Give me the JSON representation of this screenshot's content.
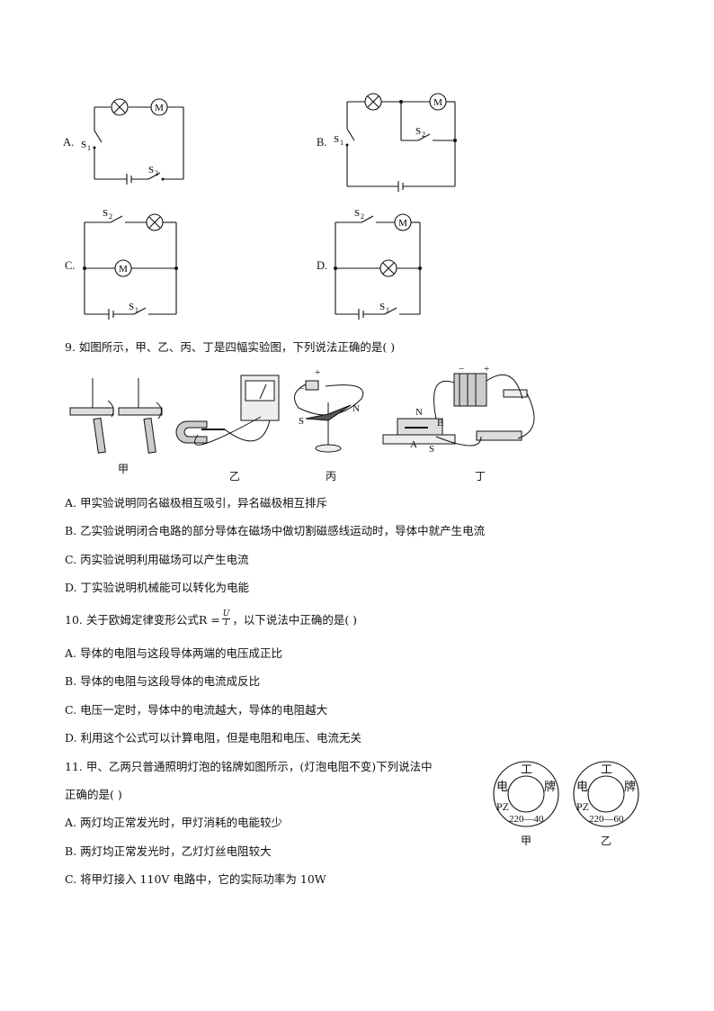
{
  "q8": {
    "options": [
      {
        "letter": "A.",
        "s1": "S₁",
        "s2": "S₂",
        "lamp": "⊗",
        "motor": "M"
      },
      {
        "letter": "B.",
        "s1": "S₁",
        "s2": "S₂",
        "lamp": "⊗",
        "motor": "M"
      },
      {
        "letter": "C.",
        "s1": "S₁",
        "s2": "S₂",
        "lamp": "⊗",
        "motor": "M"
      },
      {
        "letter": "D.",
        "s1": "S₁",
        "s2": "S₂",
        "lamp": "⊗",
        "motor": "M"
      }
    ]
  },
  "q9": {
    "stem": "9. 如图所示，甲、乙、丙、丁是四幅实验图，下列说法正确的是(    )",
    "figure_labels": [
      "甲",
      "乙",
      "丙",
      "丁"
    ],
    "figure_letters": {
      "s": "S",
      "n": "N",
      "a": "A",
      "b": "B",
      "plus": "+",
      "minus": "−"
    },
    "options": [
      "A. 甲实验说明同名磁极相互吸引，异名磁极相互排斥",
      "B. 乙实验说明闭合电路的部分导体在磁场中做切割磁感线运动时，导体中就产生电流",
      "C. 丙实验说明利用磁场可以产生电流",
      "D. 丁实验说明机械能可以转化为电能"
    ]
  },
  "q10": {
    "stem_prefix": "10. 关于欧姆定律变形公式R =",
    "frac_num": "U",
    "frac_den": "I",
    "stem_suffix": "，以下说法中正确的是(    )",
    "options": [
      "A. 导体的电阻与这段导体两端的电压成正比",
      "B. 导体的电阻与这段导体的电流成反比",
      "C. 电压一定时，导体中的电流越大，导体的电阻越大",
      "D. 利用这个公式可以计算电阻，但是电阻和电压、电流无关"
    ]
  },
  "q11": {
    "stem_line1": "11. 甲、乙两只普通照明灯泡的铭牌如图所示，(灯泡电阻不变)下列说法中",
    "stem_line2": "正确的是(    )",
    "options": [
      "A. 两灯均正常发光时，甲灯消耗的电能较少",
      "B. 两灯均正常发光时，乙灯灯丝电阻较大",
      "C. 将甲灯接入 110V 电路中，它的实际功率为 10W"
    ],
    "nameplates": [
      {
        "label": "甲",
        "top": "工",
        "left": "电",
        "right": "牌",
        "pz": "PZ",
        "rating": "220—40"
      },
      {
        "label": "乙",
        "top": "工",
        "left": "电",
        "right": "牌",
        "pz": "PZ",
        "rating": "220—60"
      }
    ]
  }
}
